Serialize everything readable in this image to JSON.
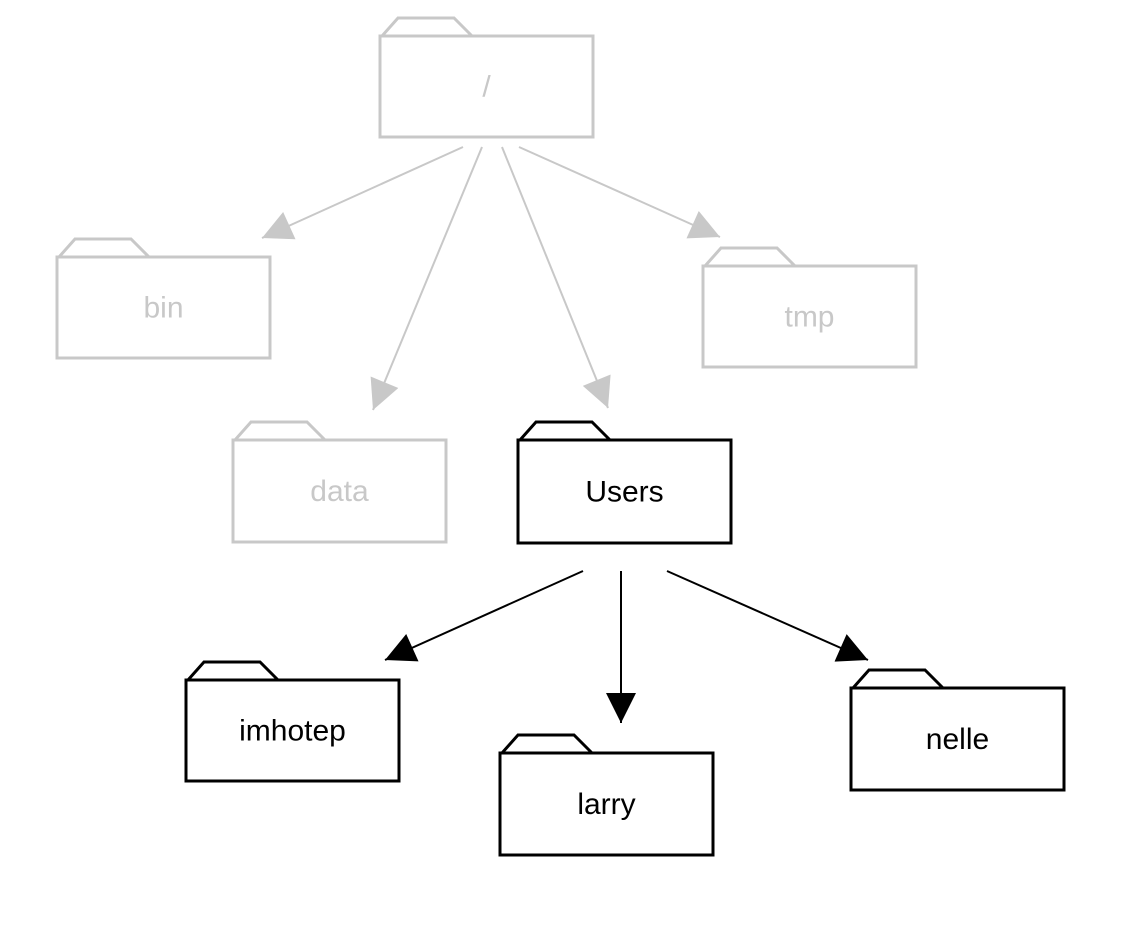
{
  "colors": {
    "dim": "#c8c8c8",
    "active": "#000000",
    "background": "#ffffff"
  },
  "diagram": {
    "folders": [
      {
        "id": "root",
        "label": "/",
        "state": "dim"
      },
      {
        "id": "bin",
        "label": "bin",
        "state": "dim"
      },
      {
        "id": "tmp",
        "label": "tmp",
        "state": "dim"
      },
      {
        "id": "data",
        "label": "data",
        "state": "dim"
      },
      {
        "id": "users",
        "label": "Users",
        "state": "active"
      },
      {
        "id": "imhotep",
        "label": "imhotep",
        "state": "active"
      },
      {
        "id": "larry",
        "label": "larry",
        "state": "active"
      },
      {
        "id": "nelle",
        "label": "nelle",
        "state": "active"
      }
    ],
    "edges": [
      {
        "from": "root",
        "to": "bin",
        "state": "dim"
      },
      {
        "from": "root",
        "to": "data",
        "state": "dim"
      },
      {
        "from": "root",
        "to": "users",
        "state": "dim"
      },
      {
        "from": "root",
        "to": "tmp",
        "state": "dim"
      },
      {
        "from": "users",
        "to": "imhotep",
        "state": "active"
      },
      {
        "from": "users",
        "to": "larry",
        "state": "active"
      },
      {
        "from": "users",
        "to": "nelle",
        "state": "active"
      }
    ]
  }
}
